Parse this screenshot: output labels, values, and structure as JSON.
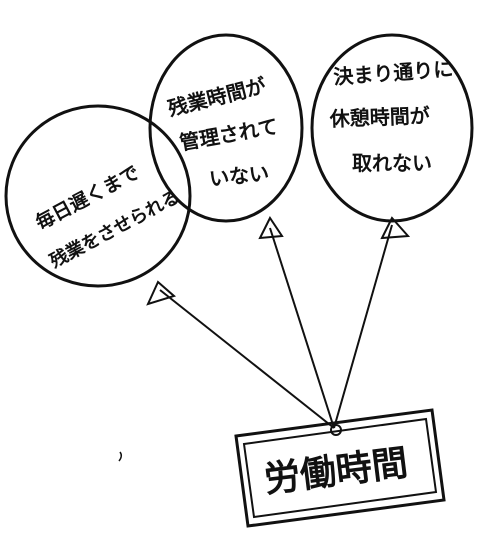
{
  "colors": {
    "ink": "#111111",
    "paper": "#ffffff"
  },
  "balloons": [
    {
      "line1": "毎日遅くまで",
      "line2": "残業をさせられる"
    },
    {
      "line1": "残業時間が",
      "line2": "管理されて",
      "line3": "いない"
    },
    {
      "line1": "決まり通りに",
      "line2": "休憩時間が",
      "line3": "取れない"
    }
  ],
  "tag": {
    "label": "労働時間"
  }
}
